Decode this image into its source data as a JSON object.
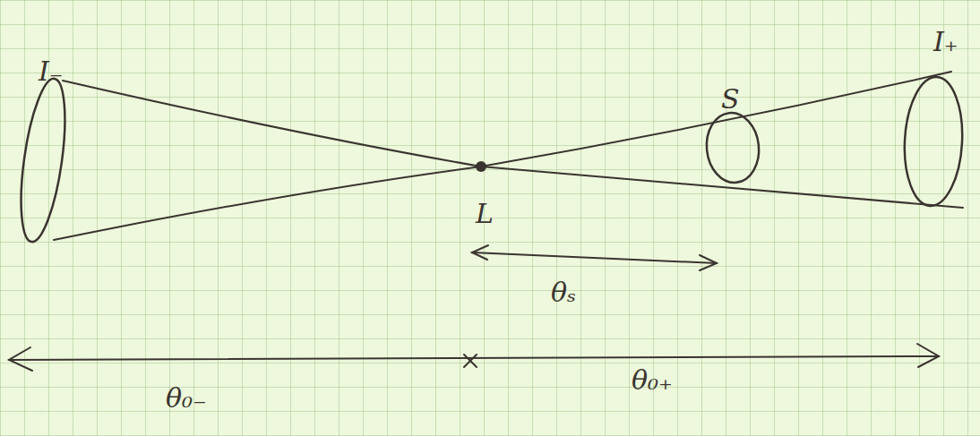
{
  "diagram": {
    "nodes": [
      {
        "text": [
          "I₋"
        ]
      },
      {
        "text": [
          "L"
        ]
      },
      {
        "text": [
          "S"
        ]
      },
      {
        "text": [
          "I₊"
        ]
      }
    ],
    "labels": [
      "θₛ",
      "θ₀₋",
      "θ₀₊"
    ]
  }
}
